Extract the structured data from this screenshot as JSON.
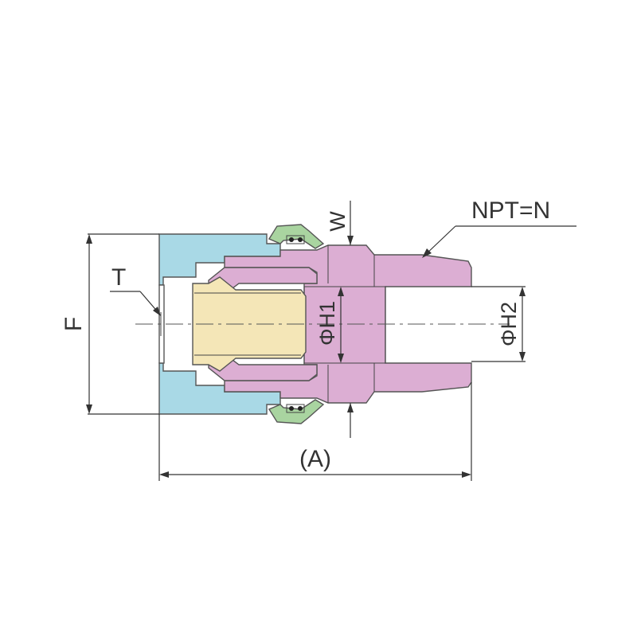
{
  "labels": {
    "npt": "NPT=N",
    "w": "W",
    "t": "T",
    "f": "F",
    "h1": "ΦH1",
    "h2": "ΦH2",
    "a": "(A)"
  },
  "colors": {
    "body_pink": "#dcaed3",
    "nut_blue": "#a9d9e6",
    "sleeve_cream": "#f4e6b7",
    "oring_green": "#a9d4a0",
    "line": "#555555"
  }
}
